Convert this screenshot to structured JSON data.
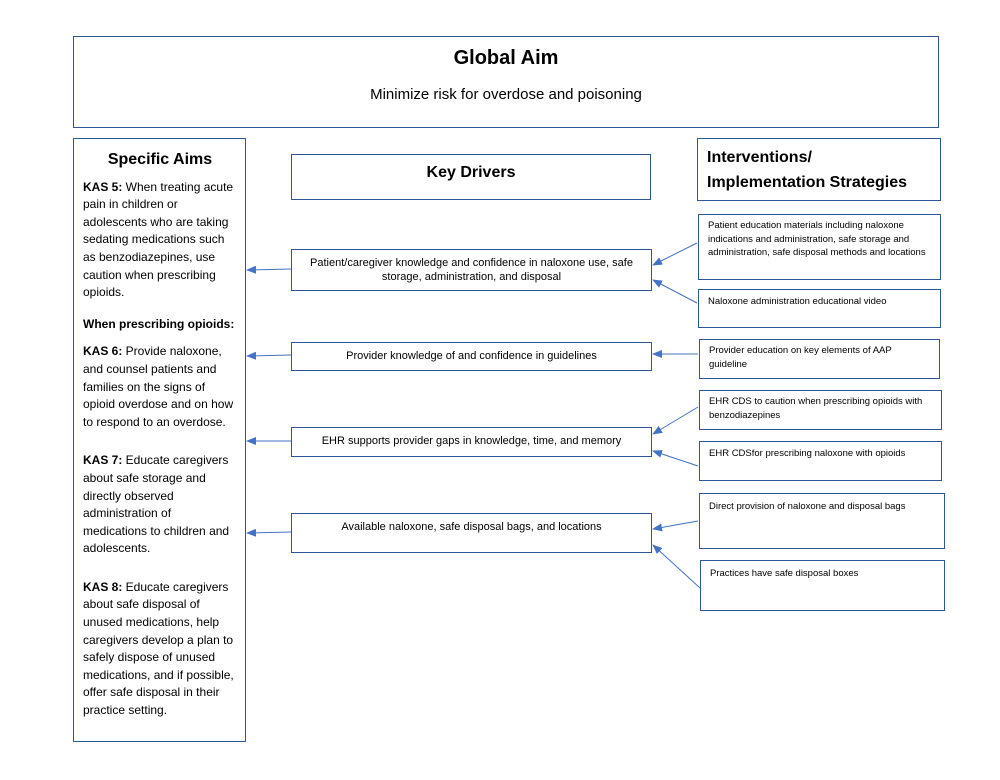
{
  "global_aim": {
    "title": "Global Aim",
    "subtitle": "Minimize risk for overdose and poisoning"
  },
  "specific_aims": {
    "header": "Specific Aims",
    "kas5_label": "KAS 5:",
    "kas5_text": " When treating acute pain in children or adolescents who are taking sedating medications such as benzodiazepines, use caution when prescribing opioids.",
    "when_prescribing": "When prescribing opioids:",
    "kas6_label": "KAS 6:",
    "kas6_text": " Provide naloxone, and counsel patients and families on the signs of opioid overdose and on how to respond to an overdose.",
    "kas7_label": "KAS 7:",
    "kas7_text": " Educate caregivers about safe storage and directly observed administration of medications to children and adolescents.",
    "kas8_label": "KAS 8:",
    "kas8_text": " Educate caregivers about safe disposal of unused medications, help caregivers develop a plan to safely dispose of unused medications, and if possible, offer safe disposal in their practice setting."
  },
  "key_drivers": {
    "header": "Key Drivers",
    "items": [
      "Patient/caregiver knowledge and confidence in naloxone use, safe storage, administration, and disposal",
      "Provider knowledge of and confidence in guidelines",
      "EHR supports provider gaps in knowledge, time, and memory",
      "Available naloxone, safe disposal bags, and locations"
    ]
  },
  "interventions": {
    "header_line1": "Interventions/",
    "header_line2": "Implementation Strategies",
    "items": [
      "Patient education materials including naloxone indications and administration, safe storage and administration, safe disposal methods and locations",
      "Naloxone administration educational video",
      "Provider education on key elements of AAP guideline",
      "EHR CDS to caution when prescribing opioids with benzodiazepines",
      "EHR CDSfor prescribing naloxone with opioids",
      "Direct provision of naloxone and disposal bags",
      "Practices have safe disposal boxes"
    ]
  },
  "colors": {
    "border": "#2e5597",
    "arrow": "#4472c4"
  }
}
